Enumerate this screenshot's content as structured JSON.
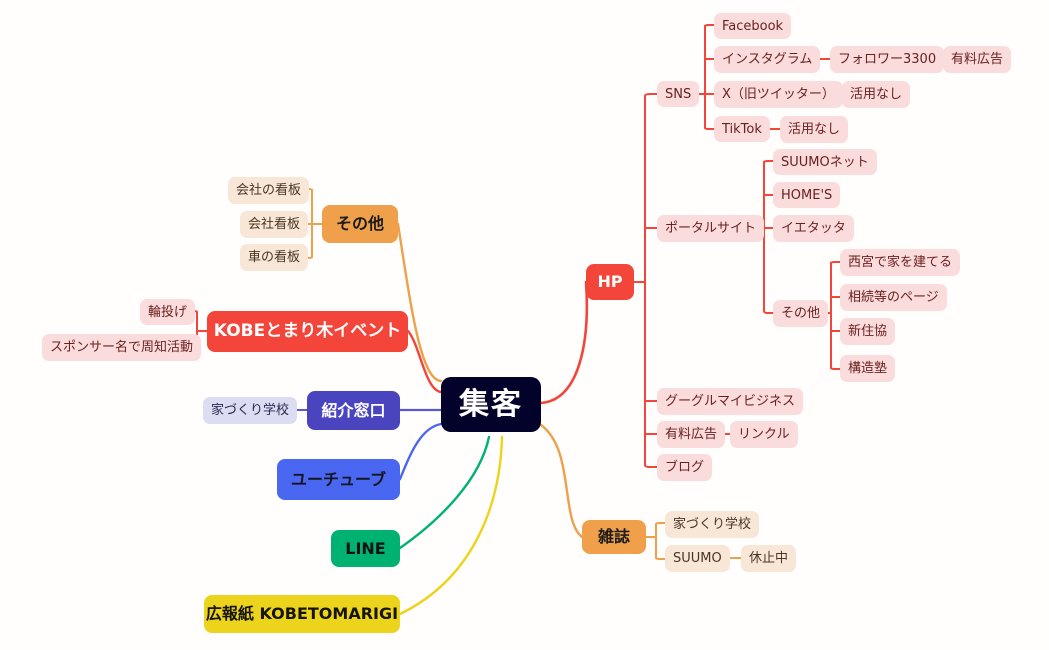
{
  "title": "集客",
  "root": {
    "label": "集客",
    "color": "#03022b"
  },
  "palette": {
    "red": "#f3453a",
    "orange": "#f0a04b",
    "indigo": "#4a45bf",
    "blue": "#4a67f2",
    "green": "#00b271",
    "yellow": "#ecd31c",
    "pink_chip": "#fadcdc",
    "peach_chip": "#f8e7d6",
    "lavender_chip": "#dcdcf2",
    "background": "#fffefd"
  },
  "nodes": {
    "hp": "HP",
    "sns": "SNS",
    "facebook": "Facebook",
    "instagram": "インスタグラム",
    "instagram_followers": "フォロワー3300",
    "instagram_paid_ad": "有料広告",
    "x_twitter": "X（旧ツイッター）",
    "x_unused": "活用なし",
    "tiktok": "TikTok",
    "tiktok_unused": "活用なし",
    "portal_site": "ポータルサイト",
    "suumo_net": "SUUMOネット",
    "homes": "HOME'S",
    "ietatta": "イエタッタ",
    "portal_other": "その他",
    "nishinomiya": "西宮で家を建てる",
    "souzoku": "相続等のページ",
    "shinjuukyou": "新住協",
    "kouzoujuku": "構造塾",
    "google_my_business": "グーグルマイビジネス",
    "paid_ad": "有料広告",
    "rinkuru": "リンクル",
    "blog": "ブログ",
    "magazine": "雑誌",
    "magazine_iezukuri": "家づくり学校",
    "magazine_suumo": "SUUMO",
    "magazine_suumo_status": "休止中",
    "other": "その他",
    "company_sign_no": "会社の看板",
    "company_sign": "会社看板",
    "car_sign": "車の看板",
    "kobe_event": "KOBEとまり木イベント",
    "wanage": "輪投げ",
    "sponsor": "スポンサー名で周知活動",
    "referral": "紹介窓口",
    "referral_school": "家づくり学校",
    "youtube": "ユーチューブ",
    "line": "LINE",
    "newsletter": "広報紙 KOBETOMARIGI"
  }
}
